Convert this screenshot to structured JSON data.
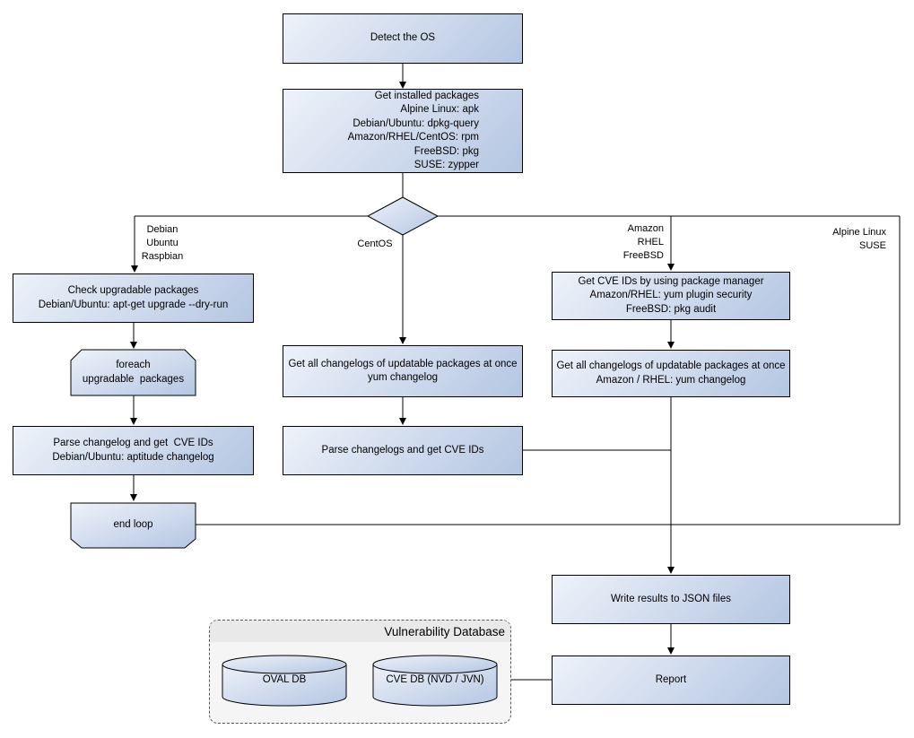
{
  "nodes": {
    "detect_os": "Detect the OS",
    "get_installed_packages": "Get installed packages\nAlpine Linux: apk\nDebian/Ubuntu: dpkg-query\nAmazon/RHEL/CentOS: rpm\nFreeBSD: pkg\nSUSE: zypper",
    "check_upgradable": "Check upgradable packages\nDebian/Ubuntu: apt-get upgrade --dry-run",
    "foreach_loop": "foreach\nupgradable  packages",
    "parse_changelog_debian": "Parse changelog and get  CVE IDs\nDebian/Ubuntu: aptitude changelog",
    "end_loop": "end loop",
    "get_changelogs_centos": "Get all changelogs of updatable packages at once\nyum changelog",
    "parse_changelogs_centos": "Parse changelogs and get CVE IDs",
    "get_cve_ids_pkg_mgr": "Get CVE IDs by using package manager\nAmazon/RHEL: yum plugin security\nFreeBSD: pkg audit",
    "get_changelogs_amazon": "Get all changelogs of updatable packages at once\nAmazon / RHEL: yum changelog",
    "write_results": "Write results to JSON files",
    "report": "Report"
  },
  "branch_labels": {
    "debian": "Debian\nUbuntu\nRaspbian",
    "centos": "CentOS",
    "amazon": "Amazon\nRHEL\nFreeBSD",
    "alpine": "Alpine Linux\nSUSE"
  },
  "database_group": {
    "title": "Vulnerability Database",
    "oval_db": "OVAL DB",
    "cve_db": "CVE DB (NVD / JVN)"
  },
  "colors": {
    "node_gradient_start": "#eef2fa",
    "node_gradient_end": "#b4c6e2",
    "node_border": "#000000",
    "connector": "#000000",
    "group_fill": "#f5f5f5",
    "group_header_fill": "#e9e9e9",
    "group_border": "#555555"
  }
}
